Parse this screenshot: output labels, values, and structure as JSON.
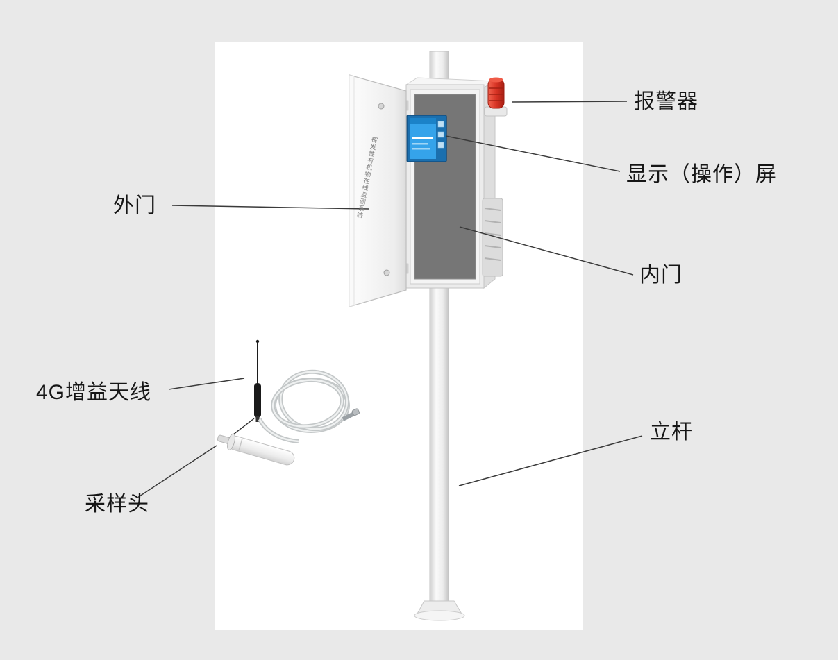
{
  "page": {
    "background": "#e9e9e9",
    "panel_background": "#ffffff"
  },
  "device": {
    "door_text": "挥发性有机物在线监测系统"
  },
  "callouts": {
    "alarm": "报警器",
    "display_screen": "显示（操作）屏",
    "outer_door": "外门",
    "inner_door": "内门",
    "antenna_4g": "4G增益天线",
    "sampling_head": "采样头",
    "pole": "立杆"
  },
  "colors": {
    "alarm_red": "#d83425",
    "screen_blue": "#2f9be0",
    "inner_panel_gray": "#767676",
    "callout_line": "#3a3a3a",
    "label_text": "#161616"
  }
}
